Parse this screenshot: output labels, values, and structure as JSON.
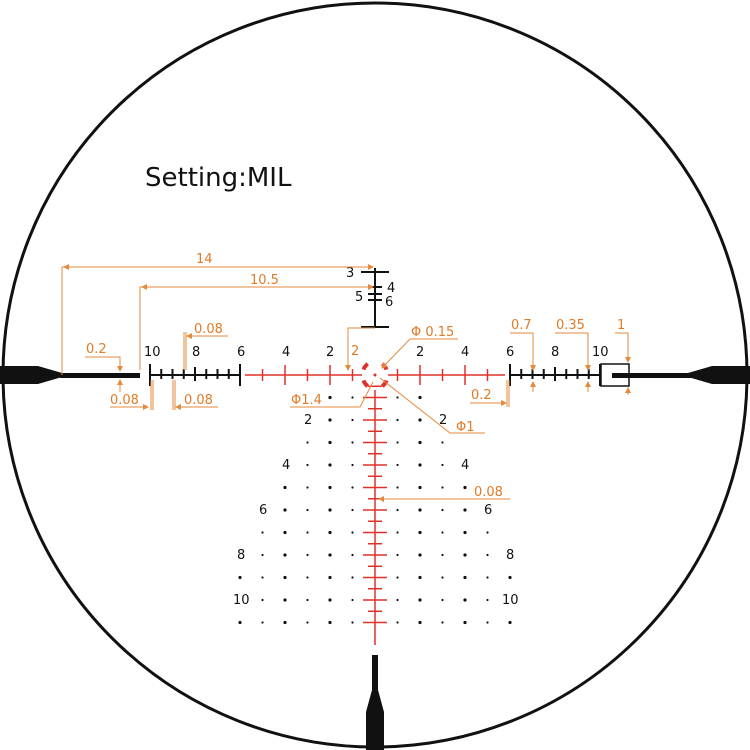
{
  "title": "Setting:MIL",
  "colors": {
    "reticle": "#111111",
    "illuminated": "#e0302a",
    "annotation": "#e07b28"
  },
  "unit": "MIL",
  "horizontal_labels": {
    "left": [
      "10",
      "8",
      "6",
      "4",
      "2"
    ],
    "right": [
      "2",
      "4",
      "6",
      "8",
      "10"
    ]
  },
  "vertical_top_labels": [
    "3",
    "4",
    "5",
    "6"
  ],
  "tree_labels": {
    "left": [
      "2",
      "4",
      "6",
      "8",
      "10"
    ],
    "right": [
      "2",
      "4",
      "6",
      "8",
      "10"
    ]
  },
  "annotations": {
    "span_14": "14",
    "span_10_5": "10.5",
    "post_thickness_left": "0.2",
    "line_0_08_a": "0.08",
    "line_0_08_b": "0.08",
    "line_0_08_c": "0.08",
    "center_gap": "2",
    "center_dot": "Φ 0.15",
    "ring_outer": "Φ1.4",
    "ring_inner": "Φ1",
    "gap_right": "0.2",
    "tick_0_7": "0.7",
    "tick_0_35": "0.35",
    "box_1": "1",
    "vertical_0_08": "0.08"
  }
}
